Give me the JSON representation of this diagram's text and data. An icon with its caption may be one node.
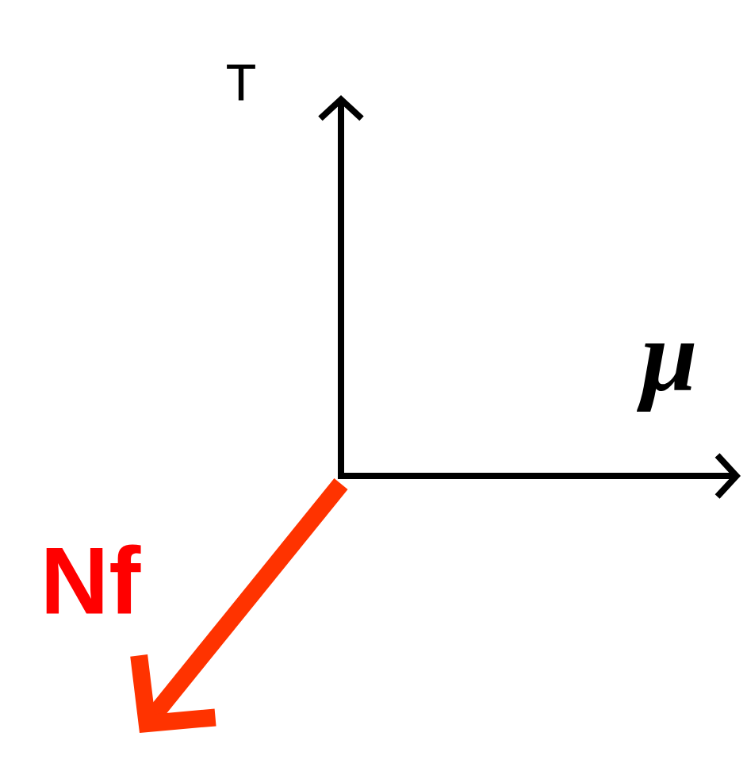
{
  "diagram": {
    "labels": [
      "T",
      "μ",
      "Nf"
    ]
  }
}
